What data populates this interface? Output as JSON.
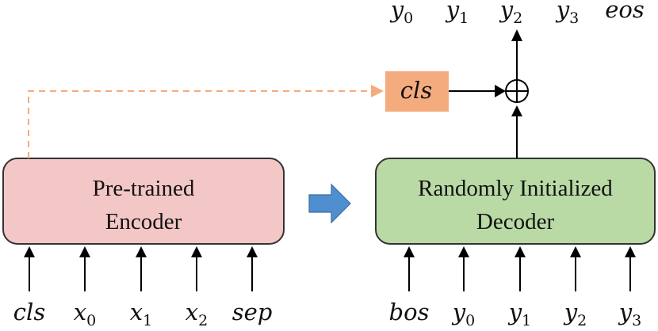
{
  "encoder": {
    "line1": "Pre-trained",
    "line2": "Encoder",
    "fill": "#f4c7c7",
    "stroke": "#333333"
  },
  "decoder": {
    "line1": "Randomly Initialized",
    "line2": "Decoder",
    "fill": "#b9d9a5",
    "stroke": "#333333"
  },
  "cls_box": {
    "label": "cls",
    "fill": "#f4ac7e"
  },
  "dashed_link_color": "#f4ac7e",
  "transfer_arrow_color": "#4f8fd0",
  "combine_symbol": "⊕",
  "encoder_inputs": [
    {
      "base": "cls",
      "sub": ""
    },
    {
      "base": "x",
      "sub": "0"
    },
    {
      "base": "x",
      "sub": "1"
    },
    {
      "base": "x",
      "sub": "2"
    },
    {
      "base": "sep",
      "sub": ""
    }
  ],
  "decoder_inputs": [
    {
      "base": "bos",
      "sub": ""
    },
    {
      "base": "y",
      "sub": "0"
    },
    {
      "base": "y",
      "sub": "1"
    },
    {
      "base": "y",
      "sub": "2"
    },
    {
      "base": "y",
      "sub": "3"
    }
  ],
  "decoder_outputs": [
    {
      "base": "y",
      "sub": "0"
    },
    {
      "base": "y",
      "sub": "1"
    },
    {
      "base": "y",
      "sub": "2"
    },
    {
      "base": "y",
      "sub": "3"
    },
    {
      "base": "eos",
      "sub": ""
    }
  ]
}
